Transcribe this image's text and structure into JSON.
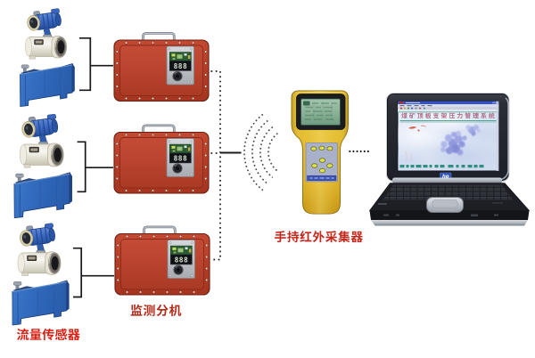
{
  "labels": {
    "flow_sensor": "流量传感器",
    "monitor_unit": "监测分机",
    "handheld_collector": "手持红外采集器"
  },
  "flow_sensor": {
    "count": 3
  },
  "monitor_box": {
    "count": 3,
    "display_value": "888"
  },
  "laptop": {
    "logo_text": "hp",
    "screen_title": "煤矿顶板支架压力管理系统"
  },
  "colors": {
    "background": "#ffffff",
    "label_red": "#da2014",
    "monitor_box_red": "#b9422e",
    "sensor_blue": "#2e6abc",
    "handheld_yellow": "#e6c23c",
    "lcd_green": "#8fb59a",
    "connector_black": "#1c1c1c",
    "screen_title_red": "#a04b66"
  }
}
